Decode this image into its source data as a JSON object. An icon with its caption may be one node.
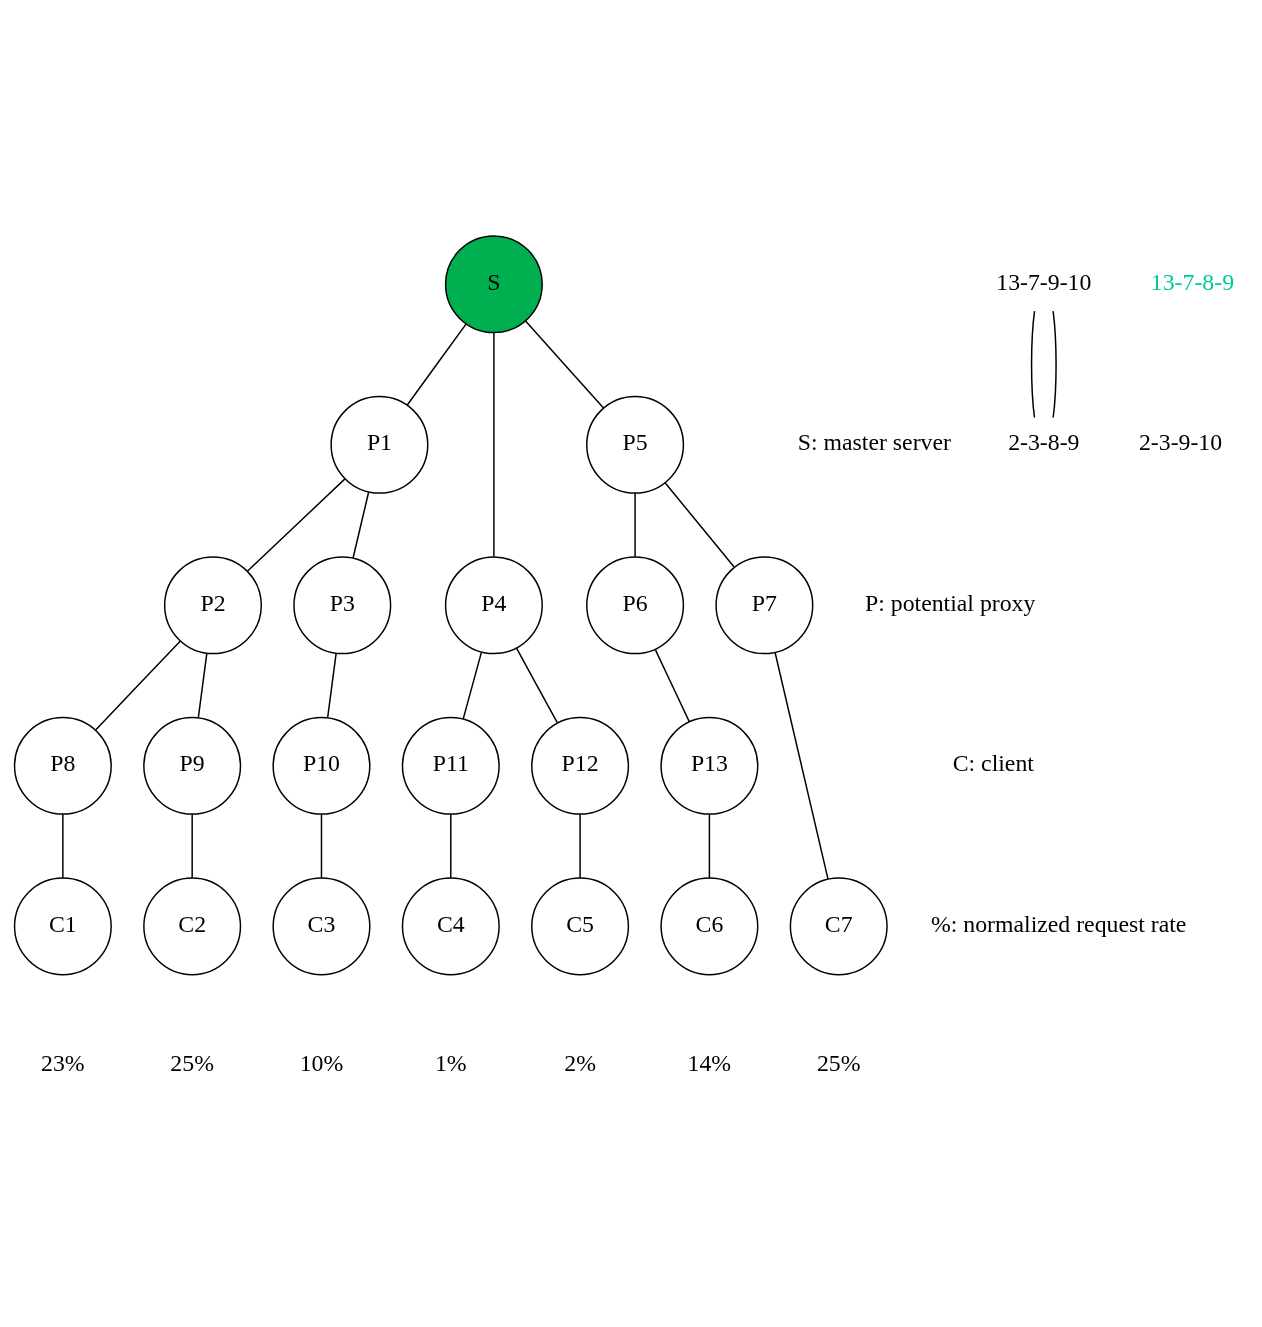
{
  "diagram": {
    "nodes": [
      {
        "text": [
          "S"
        ]
      },
      {
        "text": [
          "P1"
        ]
      },
      {
        "text": [
          "P5"
        ]
      },
      {
        "text": [
          "P2"
        ]
      },
      {
        "text": [
          "P3"
        ]
      },
      {
        "text": [
          "P4"
        ]
      },
      {
        "text": [
          "P6"
        ]
      },
      {
        "text": [
          "P7"
        ]
      },
      {
        "text": [
          "P8"
        ]
      },
      {
        "text": [
          "P9"
        ]
      },
      {
        "text": [
          "P10"
        ]
      },
      {
        "text": [
          "P11"
        ]
      },
      {
        "text": [
          "P12"
        ]
      },
      {
        "text": [
          "P13"
        ]
      },
      {
        "text": [
          "C1"
        ],
        "beside": [
          "23%"
        ]
      },
      {
        "text": [
          "C2"
        ],
        "beside": [
          "25%"
        ]
      },
      {
        "text": [
          "C3"
        ],
        "beside": [
          "10%"
        ]
      },
      {
        "text": [
          "C4"
        ],
        "beside": [
          "1%"
        ]
      },
      {
        "text": [
          "C5"
        ],
        "beside": [
          "2%"
        ]
      },
      {
        "text": [
          "C6"
        ],
        "beside": [
          "14%"
        ]
      },
      {
        "text": [
          "C7"
        ],
        "beside": [
          "25%"
        ]
      },
      {
        "text": [
          "13-7-9-10"
        ]
      },
      {
        "text": [
          "13-7-8-9"
        ]
      },
      {
        "text": [
          "2-3-8-9"
        ]
      },
      {
        "text": [
          "2-3-9-10"
        ]
      }
    ],
    "edges": [
      {
        "from": 0,
        "to": 1,
        "arrow": "none"
      },
      {
        "from": 0,
        "to": 5,
        "arrow": "none"
      },
      {
        "from": 0,
        "to": 2,
        "arrow": "none"
      },
      {
        "from": 1,
        "to": 3,
        "arrow": "none"
      },
      {
        "from": 1,
        "to": 4,
        "arrow": "none"
      },
      {
        "from": 2,
        "to": 6,
        "arrow": "none"
      },
      {
        "from": 2,
        "to": 7,
        "arrow": "none"
      },
      {
        "from": 3,
        "to": 8,
        "arrow": "none"
      },
      {
        "from": 3,
        "to": 9,
        "arrow": "none"
      },
      {
        "from": 4,
        "to": 10,
        "arrow": "none"
      },
      {
        "from": 5,
        "to": 11,
        "arrow": "none"
      },
      {
        "from": 5,
        "to": 12,
        "arrow": "none"
      },
      {
        "from": 6,
        "to": 13,
        "arrow": "none"
      },
      {
        "from": 8,
        "to": 14,
        "arrow": "none"
      },
      {
        "from": 9,
        "to": 15,
        "arrow": "none"
      },
      {
        "from": 10,
        "to": 16,
        "arrow": "none"
      },
      {
        "from": 11,
        "to": 17,
        "arrow": "none"
      },
      {
        "from": 12,
        "to": 18,
        "arrow": "none"
      },
      {
        "from": 13,
        "to": 19,
        "arrow": "none"
      },
      {
        "from": 7,
        "to": 20,
        "arrow": "none"
      },
      {
        "from": 21,
        "to": 23,
        "arrow": "none"
      },
      {
        "from": 21,
        "to": 23,
        "arrow": "none"
      }
    ],
    "labels": [
      "S: master server",
      "P: potential proxy",
      "C: client",
      "%: normalized request rate"
    ]
  }
}
